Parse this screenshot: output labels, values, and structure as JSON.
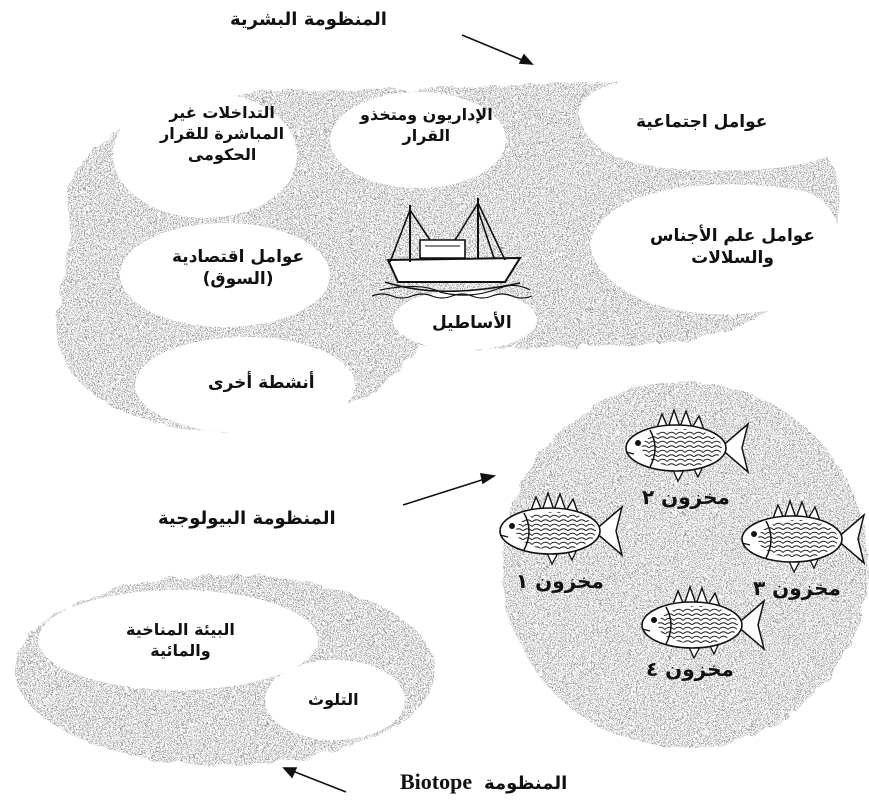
{
  "human_system": {
    "title": "المنظومة البشرية",
    "items": {
      "indirect_interventions": [
        "التداخلات غير",
        "المباشرة للقرار",
        "الحكومى"
      ],
      "administrators": [
        "الإداريون ومتخذو",
        "القرار"
      ],
      "social_factors": "عوامل اجتماعية",
      "economic_factors": [
        "عوامل اقتصادية",
        "(السوق)"
      ],
      "ethnology_factors": [
        "عوامل علم الأجناس",
        "والسلالات"
      ],
      "fleets": "الأساطيل",
      "other_activities": "أنشطة أخرى"
    }
  },
  "biological_system": {
    "title": "المنظومة البيولوجية",
    "stocks": [
      "مخزون ١",
      "مخزون ٢",
      "مخزون ٣",
      "مخزون ٤"
    ]
  },
  "biotope_system": {
    "title_ar": "المنظومة",
    "title_en": "Biotope",
    "items": {
      "climate_water": [
        "البيئة المناخية",
        "والمائية"
      ],
      "pollution": "التلوث"
    }
  }
}
